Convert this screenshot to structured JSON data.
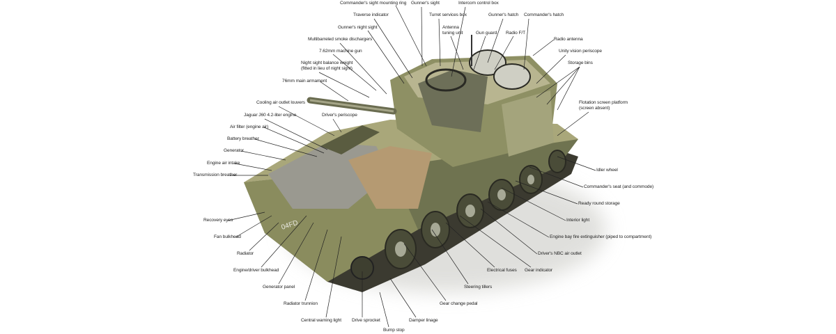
{
  "labels": {
    "commanders_sight_ring": "Commander's sight mounting ring",
    "gunners_sight": "Gunner's sight",
    "intercom_box": "Intercom control box",
    "traverse_indicator": "Traverse indicator",
    "turret_services_box": "Turret services box",
    "gunners_hatch": "Gunner's hatch",
    "commanders_hatch": "Commander's hatch",
    "antenna_tuning_1": "Antenna",
    "antenna_tuning_2": "tuning unit",
    "gunners_night_sight": "Gunner's night sight",
    "gun_guard": "Gun guard",
    "radio_ft": "Radio F/T",
    "smoke_dischargers": "Multibarreled smoke dischargers",
    "radio_antenna": "Radio antenna",
    "machine_gun": "7.62mm machine gun",
    "unity_periscope": "Unity vision periscope",
    "night_sight_weight_1": "Night sight balance weight",
    "night_sight_weight_2": "(fitted in lieu of night sight)",
    "storage_bins": "Storage bins",
    "main_armament": "76mm main armament",
    "cooling_louvers": "Cooling air outlet louvers",
    "drivers_periscope": "Driver's periscope",
    "engine": "Jaguar J60 4.2-liter engine",
    "air_filter": "Air filter (engine air)",
    "battery_breather": "Battery breather",
    "generator": "Generator",
    "engine_air_intake": "Engine air intake",
    "transmission_breather": "Transmission breather",
    "flotation_1": "Flotation screen platform",
    "flotation_2": "(screen absent)",
    "idler_wheel": "Idler wheel",
    "commanders_seat": "Commander's seat (and commode)",
    "ready_round": "Ready round storage",
    "interior_light": "Interior light",
    "fire_extinguisher": "Engine bay fire extinguisher (piped to compartment)",
    "nbc_outlet": "Driver's NBC air outlet",
    "gear_indicator": "Gear indicator",
    "electrical_fuses": "Electrical fuses",
    "steering_tillers": "Steering tillers",
    "gear_pedal": "Gear change pedal",
    "damper_linage": "Damper linage",
    "bump_stop": "Bump stop",
    "drive_sprocket": "Drive sprocket",
    "warning_light": "Central warning light",
    "radiator_trunnion": "Radiator trunnion",
    "generator_panel": "Generator panel",
    "engine_bulkhead": "Engine/driver bulkhead",
    "radiator": "Radiator",
    "fan_bulkhead": "Fan bulkhead",
    "recovery_eyes": "Recovery eyes"
  },
  "hull_markings": "04FD",
  "colors": {
    "hull": "#8a8c5e",
    "hull_light": "#c9c49a",
    "hull_dark": "#4e5236",
    "leader": "#222222"
  }
}
